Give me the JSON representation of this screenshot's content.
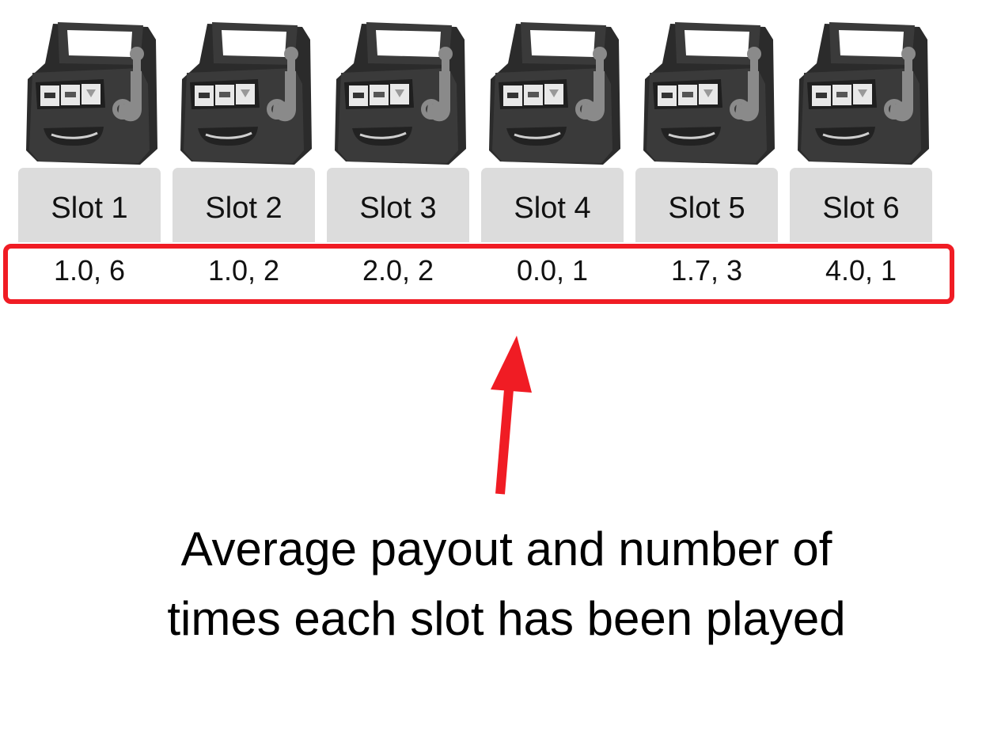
{
  "slots": [
    {
      "label": "Slot 1",
      "stats": "1.0, 6"
    },
    {
      "label": "Slot 2",
      "stats": "1.0, 2"
    },
    {
      "label": "Slot 3",
      "stats": "2.0, 2"
    },
    {
      "label": "Slot 4",
      "stats": "0.0, 1"
    },
    {
      "label": "Slot 5",
      "stats": "1.7, 3"
    },
    {
      "label": "Slot 6",
      "stats": "4.0, 1"
    }
  ],
  "annotation": {
    "line1": "Average payout and number of",
    "line2": "times each slot has been played"
  },
  "colors": {
    "highlight": "#f01c24",
    "button": "#dcdcdc",
    "machine": "#3a3a3a"
  },
  "icons": {
    "machine": "slot-machine-icon",
    "arrow": "arrow-up-icon"
  }
}
